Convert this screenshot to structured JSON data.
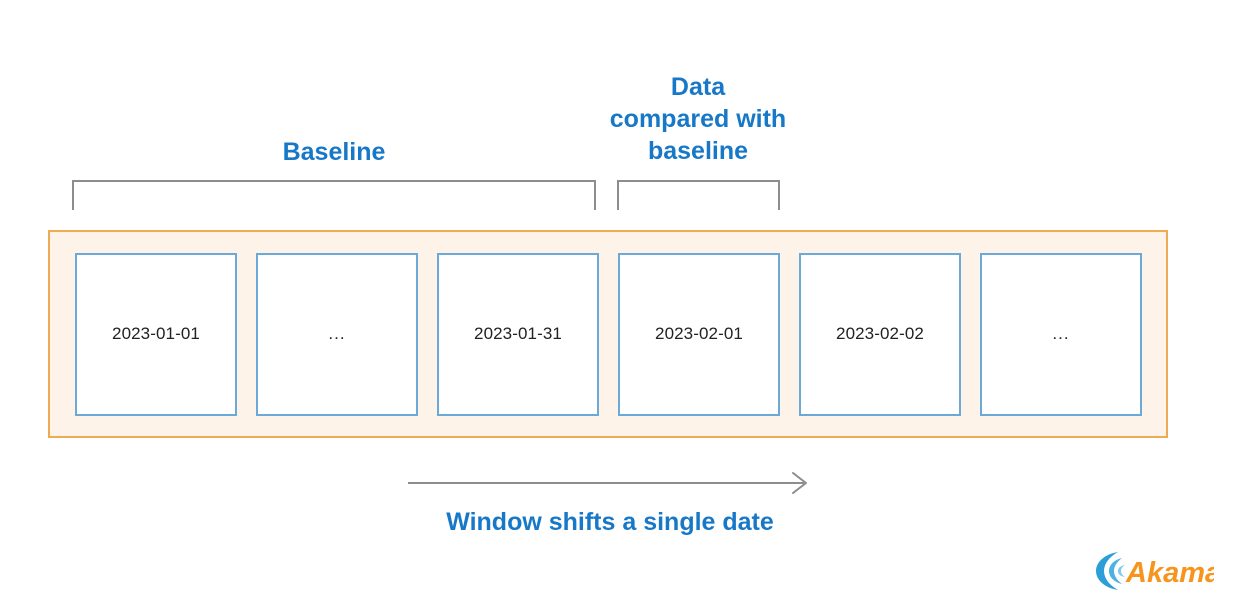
{
  "diagram": {
    "title_labels": {
      "baseline": "Baseline",
      "compared": "Data\ncompared with\nbaseline"
    },
    "cells": [
      {
        "label": "2023-01-01",
        "kind": "date"
      },
      {
        "label": "...",
        "kind": "ellipsis"
      },
      {
        "label": "2023-01-31",
        "kind": "date"
      },
      {
        "label": "2023-02-01",
        "kind": "date"
      },
      {
        "label": "2023-02-02",
        "kind": "date"
      },
      {
        "label": "...",
        "kind": "ellipsis"
      }
    ],
    "caption": "Window shifts a single date",
    "colors": {
      "accent_blue": "#1878c8",
      "cell_border_blue": "#6aa9d8",
      "window_border_orange": "#eeaa55",
      "window_fill": "#fdf3e8",
      "bracket_gray": "#8d8d8d",
      "arrow_gray": "#8d8d8d",
      "cell_text": "#222222",
      "logo_orange": "#f7941e",
      "logo_blue": "#2c9fd8"
    }
  },
  "branding": {
    "logo_wordmark": "Akamai"
  }
}
